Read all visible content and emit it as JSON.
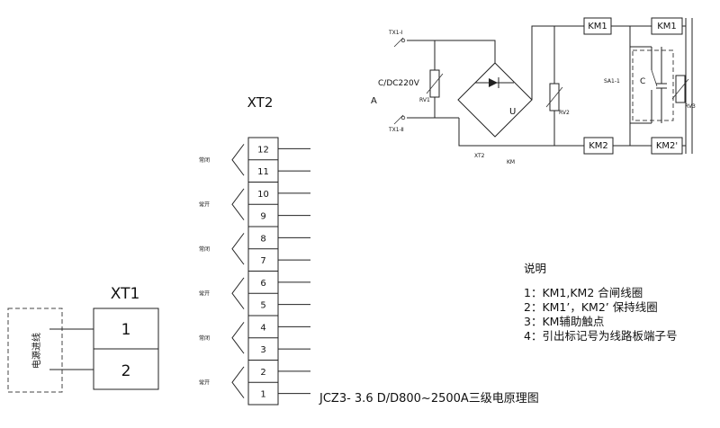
{
  "schematic": {
    "tx1_top": "TX1-Ⅰ",
    "tx1_bottom": "TX1-Ⅱ",
    "supply_voltage": "C/DC220V",
    "label_a": "A",
    "rv1": "RV1",
    "rv2": "RV2",
    "rv3": "RV3",
    "bridge_u": "U",
    "xt2_ref": "XT2",
    "km_ref": "KM",
    "km1_coil": "KM1",
    "km1_hold_coil": "KM1",
    "km2_coil": "KM2",
    "km2_hold_coil": "KM2'",
    "sa_switch": "SA1-1",
    "capacitor_c": "C"
  },
  "xt2": {
    "title": "XT2",
    "terminals": [
      "12",
      "11",
      "10",
      "9",
      "8",
      "7",
      "6",
      "5",
      "4",
      "3",
      "2",
      "1"
    ],
    "contacts": [
      {
        "label": "常闭"
      },
      {
        "label": "常开"
      },
      {
        "label": "常闭"
      },
      {
        "label": "常开"
      },
      {
        "label": "常闭"
      },
      {
        "label": "常开"
      }
    ]
  },
  "xt1": {
    "title": "XT1",
    "terminals": [
      "1",
      "2"
    ],
    "source_label": "电源进线"
  },
  "notes": {
    "heading": "说明",
    "items": [
      "1：KM1,KM2 合闸线圈",
      "2：KM1’，KM2’  保持线圈",
      "3：KM辅助触点",
      "4：引出标记号为线路板端子号"
    ]
  },
  "caption": "JCZ3- 3.6 D/D800~2500A三级电原理图"
}
